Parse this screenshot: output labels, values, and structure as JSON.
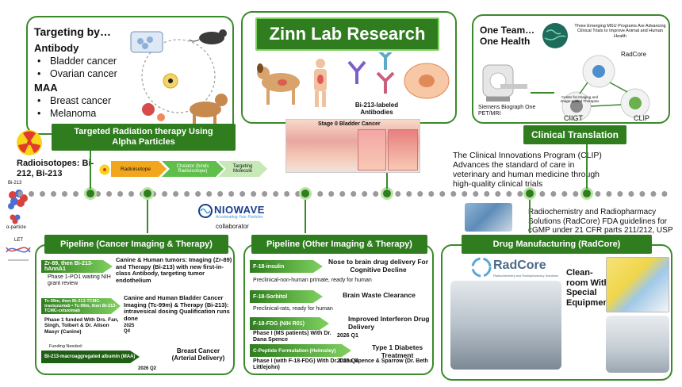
{
  "targeting": {
    "title": "Targeting by…",
    "antibody": "Antibody",
    "antibody_items": [
      "Bladder cancer",
      "Ovarian cancer"
    ],
    "maa": "MAA",
    "maa_items": [
      "Breast cancer",
      "Melanoma"
    ]
  },
  "alpha_bar": "Targeted Radiation therapy Using Alpha Particles",
  "radioisotopes": "Radioisotopes: Bi-212, Bi-213",
  "chain": {
    "radioisotope": "Radioisotope",
    "chelator": "Chelator (binds Radioisotope)",
    "targeting": "Targeting Molecule"
  },
  "left_diagram": {
    "bi213": "Bi-213",
    "alpha": "α-particle",
    "let": "LET"
  },
  "zinn": {
    "title": "Zinn Lab Research",
    "antibodies": "Bi-213-labeled Antibodies",
    "stage0": "Stage 0 Bladder Cancer"
  },
  "one_team": {
    "title": "One Team… One Health",
    "msu": "Three Emerging MSU Programs Are Advancing Clinical Trials to Improve Animal and Human Health",
    "radcore": "RadCore",
    "ciigt": "CIIGT",
    "clip": "CLIP",
    "scanner": "Siemens Biograph One PET/MRI",
    "center": "Center for Imaging and Image-guided Therapies"
  },
  "clinical_bar": "Clinical Translation",
  "clip_text": "The Clinical Innovations Program (CLIP) Advances the standard of care in veterinary and human medicine through high-quality clinical trials",
  "radcore_text": "Radiochemistry and Radiopharmacy Solutions (RadCore) FDA guidelines for cGMP under 21 CFR parts 211/212, USP <797> & USP <800>",
  "niowave": {
    "name": "NIOWAVE",
    "tagline": "Accelerating Your Particles",
    "role": "collaborator"
  },
  "pipeline_cancer": {
    "title": "Pipeline (Cancer Imaging & Therapy)",
    "a1": "Zr-89, then Bi-213-hAnnA1",
    "a1_desc": "Canine & Human tumors: Imaging (Zr-89) and Therapy (Bi-213) with new first-in-class Antibody, targeting tumor endothelium",
    "a1_status": "Phase 1-PO1 waiting NIH grant review",
    "a2": "Tc-99m, then Bi-213-TCMC-trastuzumab • Tc-99m, then Bi-213-TCMC-cetuximab",
    "a2_desc": "Canine and Human Bladder Cancer Imaging (Tc-99m) & Therapy (Bi-213): intravesical dosing Qualification runs done",
    "a2_status": "Phase 1 funded With Drs. Fan, Singh, Tolbert & Dr. Alison Masyr (Canine)",
    "a2_date": "2025 Q4",
    "funding": "Funding Needed:",
    "a3": "Bi-213-macroaggregated albumin (MAA)",
    "a3_desc": "Breast Cancer (Arterial Delivery)",
    "a3_date": "2026 Q2"
  },
  "pipeline_other": {
    "title": "Pipeline (Other Imaging & Therapy)",
    "b1": "F-18-insulin",
    "b1_desc": "Nose to brain drug delivery For Cognitive Decline",
    "b1_status": "Preclinical-non-human primate, ready for human",
    "b2": "F-18-Sorbitol",
    "b2_desc": "Brain Waste Clearance",
    "b2_status": "Preclinical-rats, ready for human",
    "b3": "F-18-FDG (NIH R01)",
    "b3_desc": "Improved Interferon Drug Delivery",
    "b3_status": "Phase I (MS patients) With Dr. Dana Spence",
    "b3_date": "2026 Q1",
    "b4": "C-Peptide Formulation (Helmsley)",
    "b4_desc": "Type 1 Diabetes Treatment",
    "b4_status": "Phase I (with F-18-FDG) With Dr. Dana Spence & Sparrow (Dr. Beth Littlejohn)",
    "b4_date": "2025 Q4"
  },
  "drug": {
    "title": "Drug Manufacturing (RadCore)",
    "logo": "RadCore",
    "logo_sub": "Radiochemistry and Radiopharmacy Solutions",
    "cleanroom": "Clean-room With Special Equipment"
  },
  "colors": {
    "green_dark": "#2f7d1f",
    "green_border": "#3a8a2a",
    "green_light": "#7fd15f",
    "niowave_blue": "#1a3d8f"
  }
}
